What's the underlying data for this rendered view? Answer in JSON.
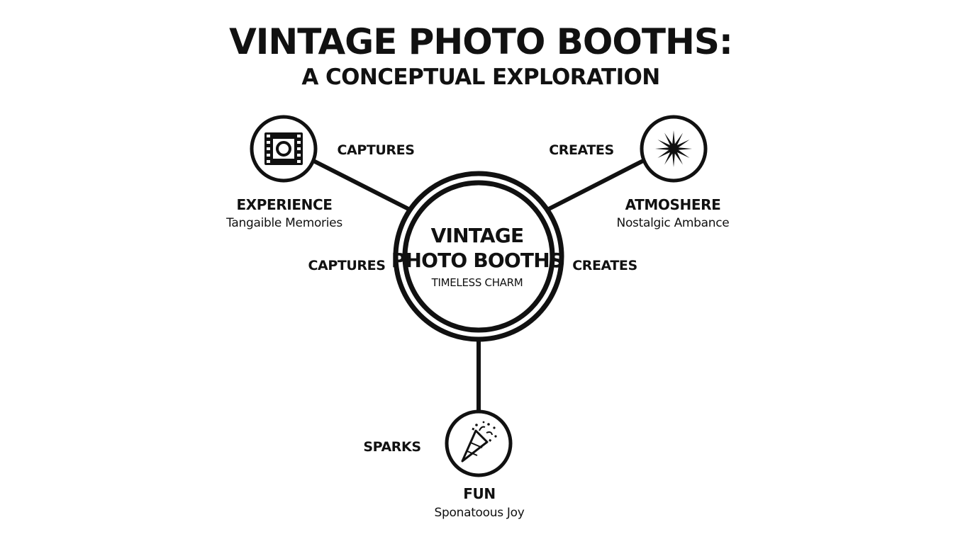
{
  "title": {
    "main": "VINTAGE PHOTO BOOTHS:",
    "sub": "A CONCEPTUAL EXPLORATION"
  },
  "center": {
    "line1": "VINTAGE",
    "line2": "PHOTO BOOTHS",
    "subtitle": "TIMELESS CHARM"
  },
  "nodes": {
    "experience": {
      "title": "EXPERIENCE",
      "subtitle": "Tangaible Memories",
      "icon": "film-camera-icon"
    },
    "atmosphere": {
      "title": "ATMOSHERE",
      "subtitle": "Nostalgic Ambance",
      "icon": "starburst-icon"
    },
    "fun": {
      "title": "FUN",
      "subtitle": "Sponatoous Joy",
      "icon": "party-popper-icon"
    }
  },
  "edge_labels": {
    "experience_outer": "CAPTURES",
    "experience_inner": "CAPTURES",
    "atmosphere_outer": "CREATES",
    "atmosphere_inner": "CREATES",
    "fun": "SPARKS"
  },
  "colors": {
    "ink": "#111111",
    "background": "#ffffff"
  }
}
